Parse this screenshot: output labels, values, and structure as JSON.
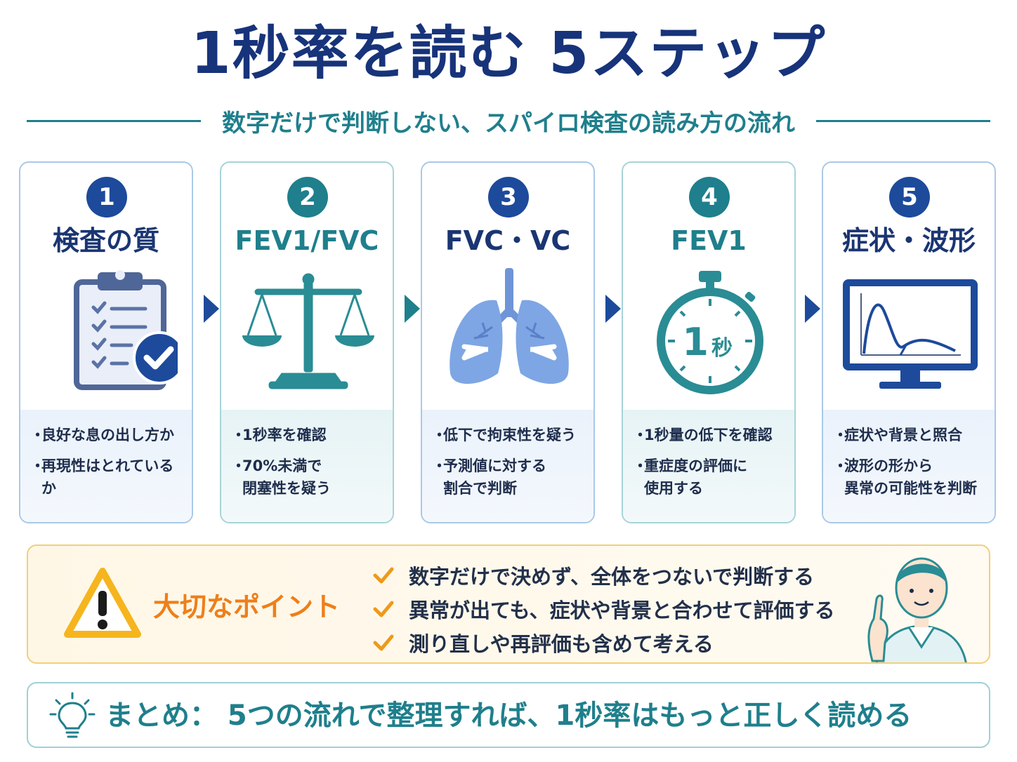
{
  "title": "1秒率を読む 5ステップ",
  "subtitle": "数字だけで判断しない、スパイロ検査の読み方の流れ",
  "steps": [
    {
      "number": "1",
      "heading": "検査の質",
      "icon": "clipboard-check-icon",
      "color": "#1d4a9b",
      "bullets": [
        "良好な息の出し方か",
        "再現性はとれているか"
      ]
    },
    {
      "number": "2",
      "heading": "FEV1/FVC",
      "icon": "balance-scale-icon",
      "color": "#1f7f8c",
      "bullets": [
        "1秒率を確認",
        "70%未満で\n閉塞性を疑う"
      ]
    },
    {
      "number": "3",
      "heading": "FVC・VC",
      "icon": "lungs-icon",
      "color": "#1d4a9b",
      "bullets": [
        "低下で拘束性を疑う",
        "予測値に対する\n割合で判断"
      ]
    },
    {
      "number": "4",
      "heading": "FEV1",
      "icon": "stopwatch-icon",
      "stopwatch_num": "1",
      "stopwatch_unit": "秒",
      "color": "#1f7f8c",
      "bullets": [
        "1秒量の低下を確認",
        "重症度の評価に\n使用する"
      ]
    },
    {
      "number": "5",
      "heading": "症状・波形",
      "icon": "monitor-waveform-icon",
      "color": "#1d4a9b",
      "bullets": [
        "症状や背景と照合",
        "波形の形から\n異常の可能性を判断"
      ]
    }
  ],
  "point": {
    "label": "大切なポイント",
    "items": [
      "数字だけで決めず、全体をつないで判断する",
      "異常が出ても、症状や背景と合わせて評価する",
      "測り直しや再評価も含めて考える"
    ]
  },
  "summary": {
    "text": "まとめ：  5つの流れで整理すれば、1秒率はもっと正しく読める"
  },
  "colors": {
    "navy": "#17337a",
    "blue": "#1d4a9b",
    "teal": "#1f7f8c",
    "orange": "#ee7f1a",
    "yellow": "#f6b51e"
  }
}
